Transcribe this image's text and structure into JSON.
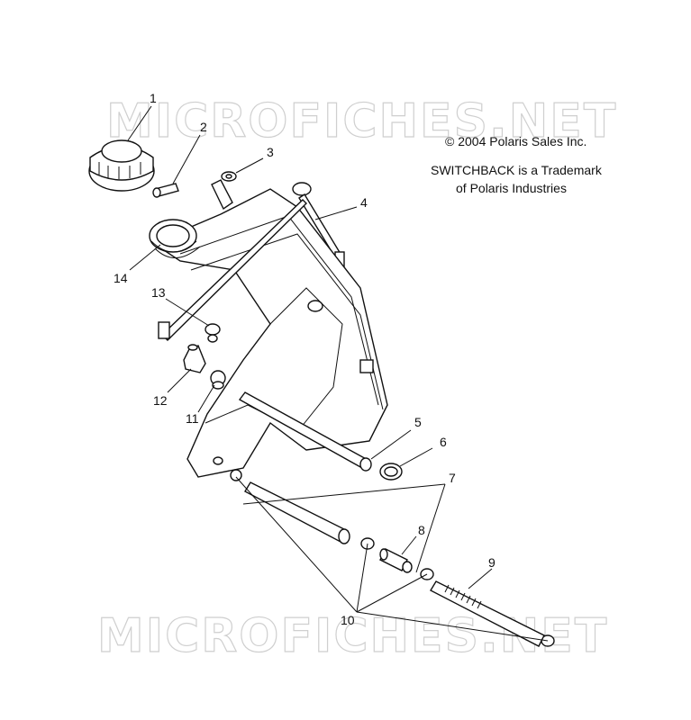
{
  "watermark": {
    "top": "MICROFICHES.NET",
    "bottom": "MICROFICHES.NET"
  },
  "notice": {
    "copyright": "© 2004 Polaris Sales Inc.",
    "trademark_line1": "SWITCHBACK is a Trademark",
    "trademark_line2": "of Polaris Industries"
  },
  "callouts": {
    "c1": "1",
    "c2": "2",
    "c3": "3",
    "c4": "4",
    "c5": "5",
    "c6": "6",
    "c7": "7",
    "c8": "8",
    "c9": "9",
    "c10": "10",
    "c11": "11",
    "c12": "12",
    "c13": "13",
    "c14": "14"
  }
}
